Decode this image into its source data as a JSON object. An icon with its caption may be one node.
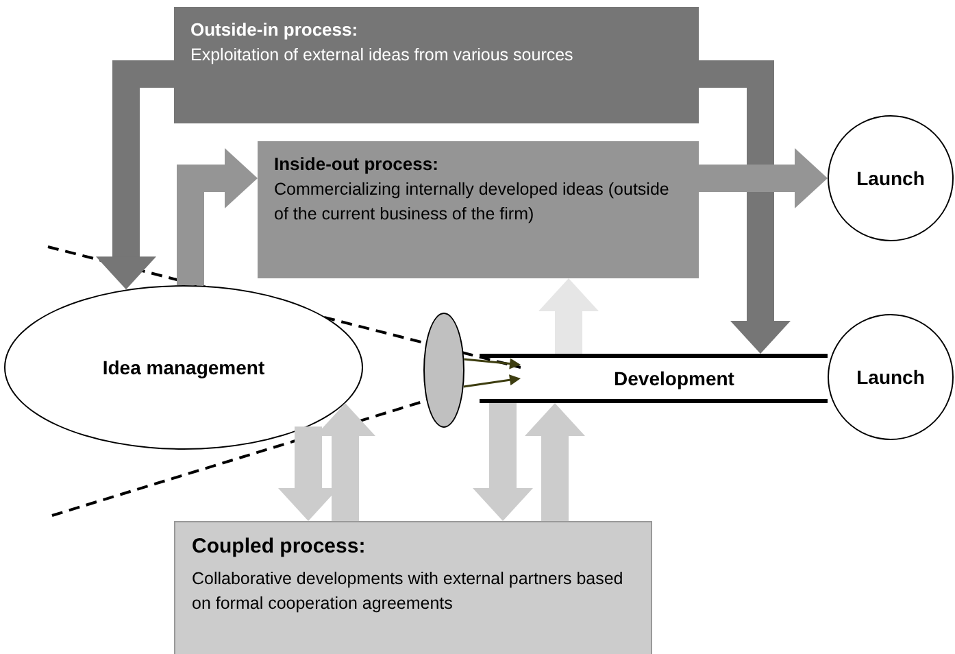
{
  "diagram": {
    "nodes": [
      {
        "text": [
          "Outside-in process:",
          "Exploitation of external ideas from various sources"
        ]
      },
      {
        "text": [
          "Inside-out process:",
          "Commercializing internally developed ideas (outside of the current business of the firm)"
        ]
      },
      {
        "text": [
          "Launch"
        ]
      },
      {
        "text": [
          "Idea management"
        ]
      },
      {
        "text": [],
        "shape": "ellipse"
      },
      {
        "text": [
          "Development"
        ]
      },
      {
        "text": [
          "Launch"
        ]
      },
      {
        "text": [
          "Coupled process:",
          "Collaborative developments with external partners based on formal cooperation agreements"
        ]
      }
    ],
    "edges": [
      {
        "from": 0,
        "to": 3,
        "arrow": "to",
        "color": "#767676"
      },
      {
        "from": 0,
        "to": 5,
        "arrow": "to",
        "color": "#767676"
      },
      {
        "from": 3,
        "to": 1,
        "arrow": "to",
        "color": "#959595"
      },
      {
        "from": 1,
        "to": 2,
        "arrow": "to",
        "color": "#959595"
      },
      {
        "from": 5,
        "to": 1,
        "arrow": "to",
        "color": "#e6e6e6"
      },
      {
        "from": 3,
        "to": 7,
        "arrow": "to",
        "color": "#cccccc"
      },
      {
        "from": 7,
        "to": 3,
        "arrow": "to",
        "color": "#cccccc"
      },
      {
        "from": 5,
        "to": 7,
        "arrow": "to",
        "color": "#cccccc"
      },
      {
        "from": 7,
        "to": 5,
        "arrow": "to",
        "color": "#cccccc"
      },
      {
        "from": 4,
        "to": 5,
        "arrow": "to",
        "color": "#3d3d10"
      },
      {
        "from": 4,
        "to": 5,
        "arrow": "to",
        "color": "#3d3d10"
      }
    ]
  }
}
